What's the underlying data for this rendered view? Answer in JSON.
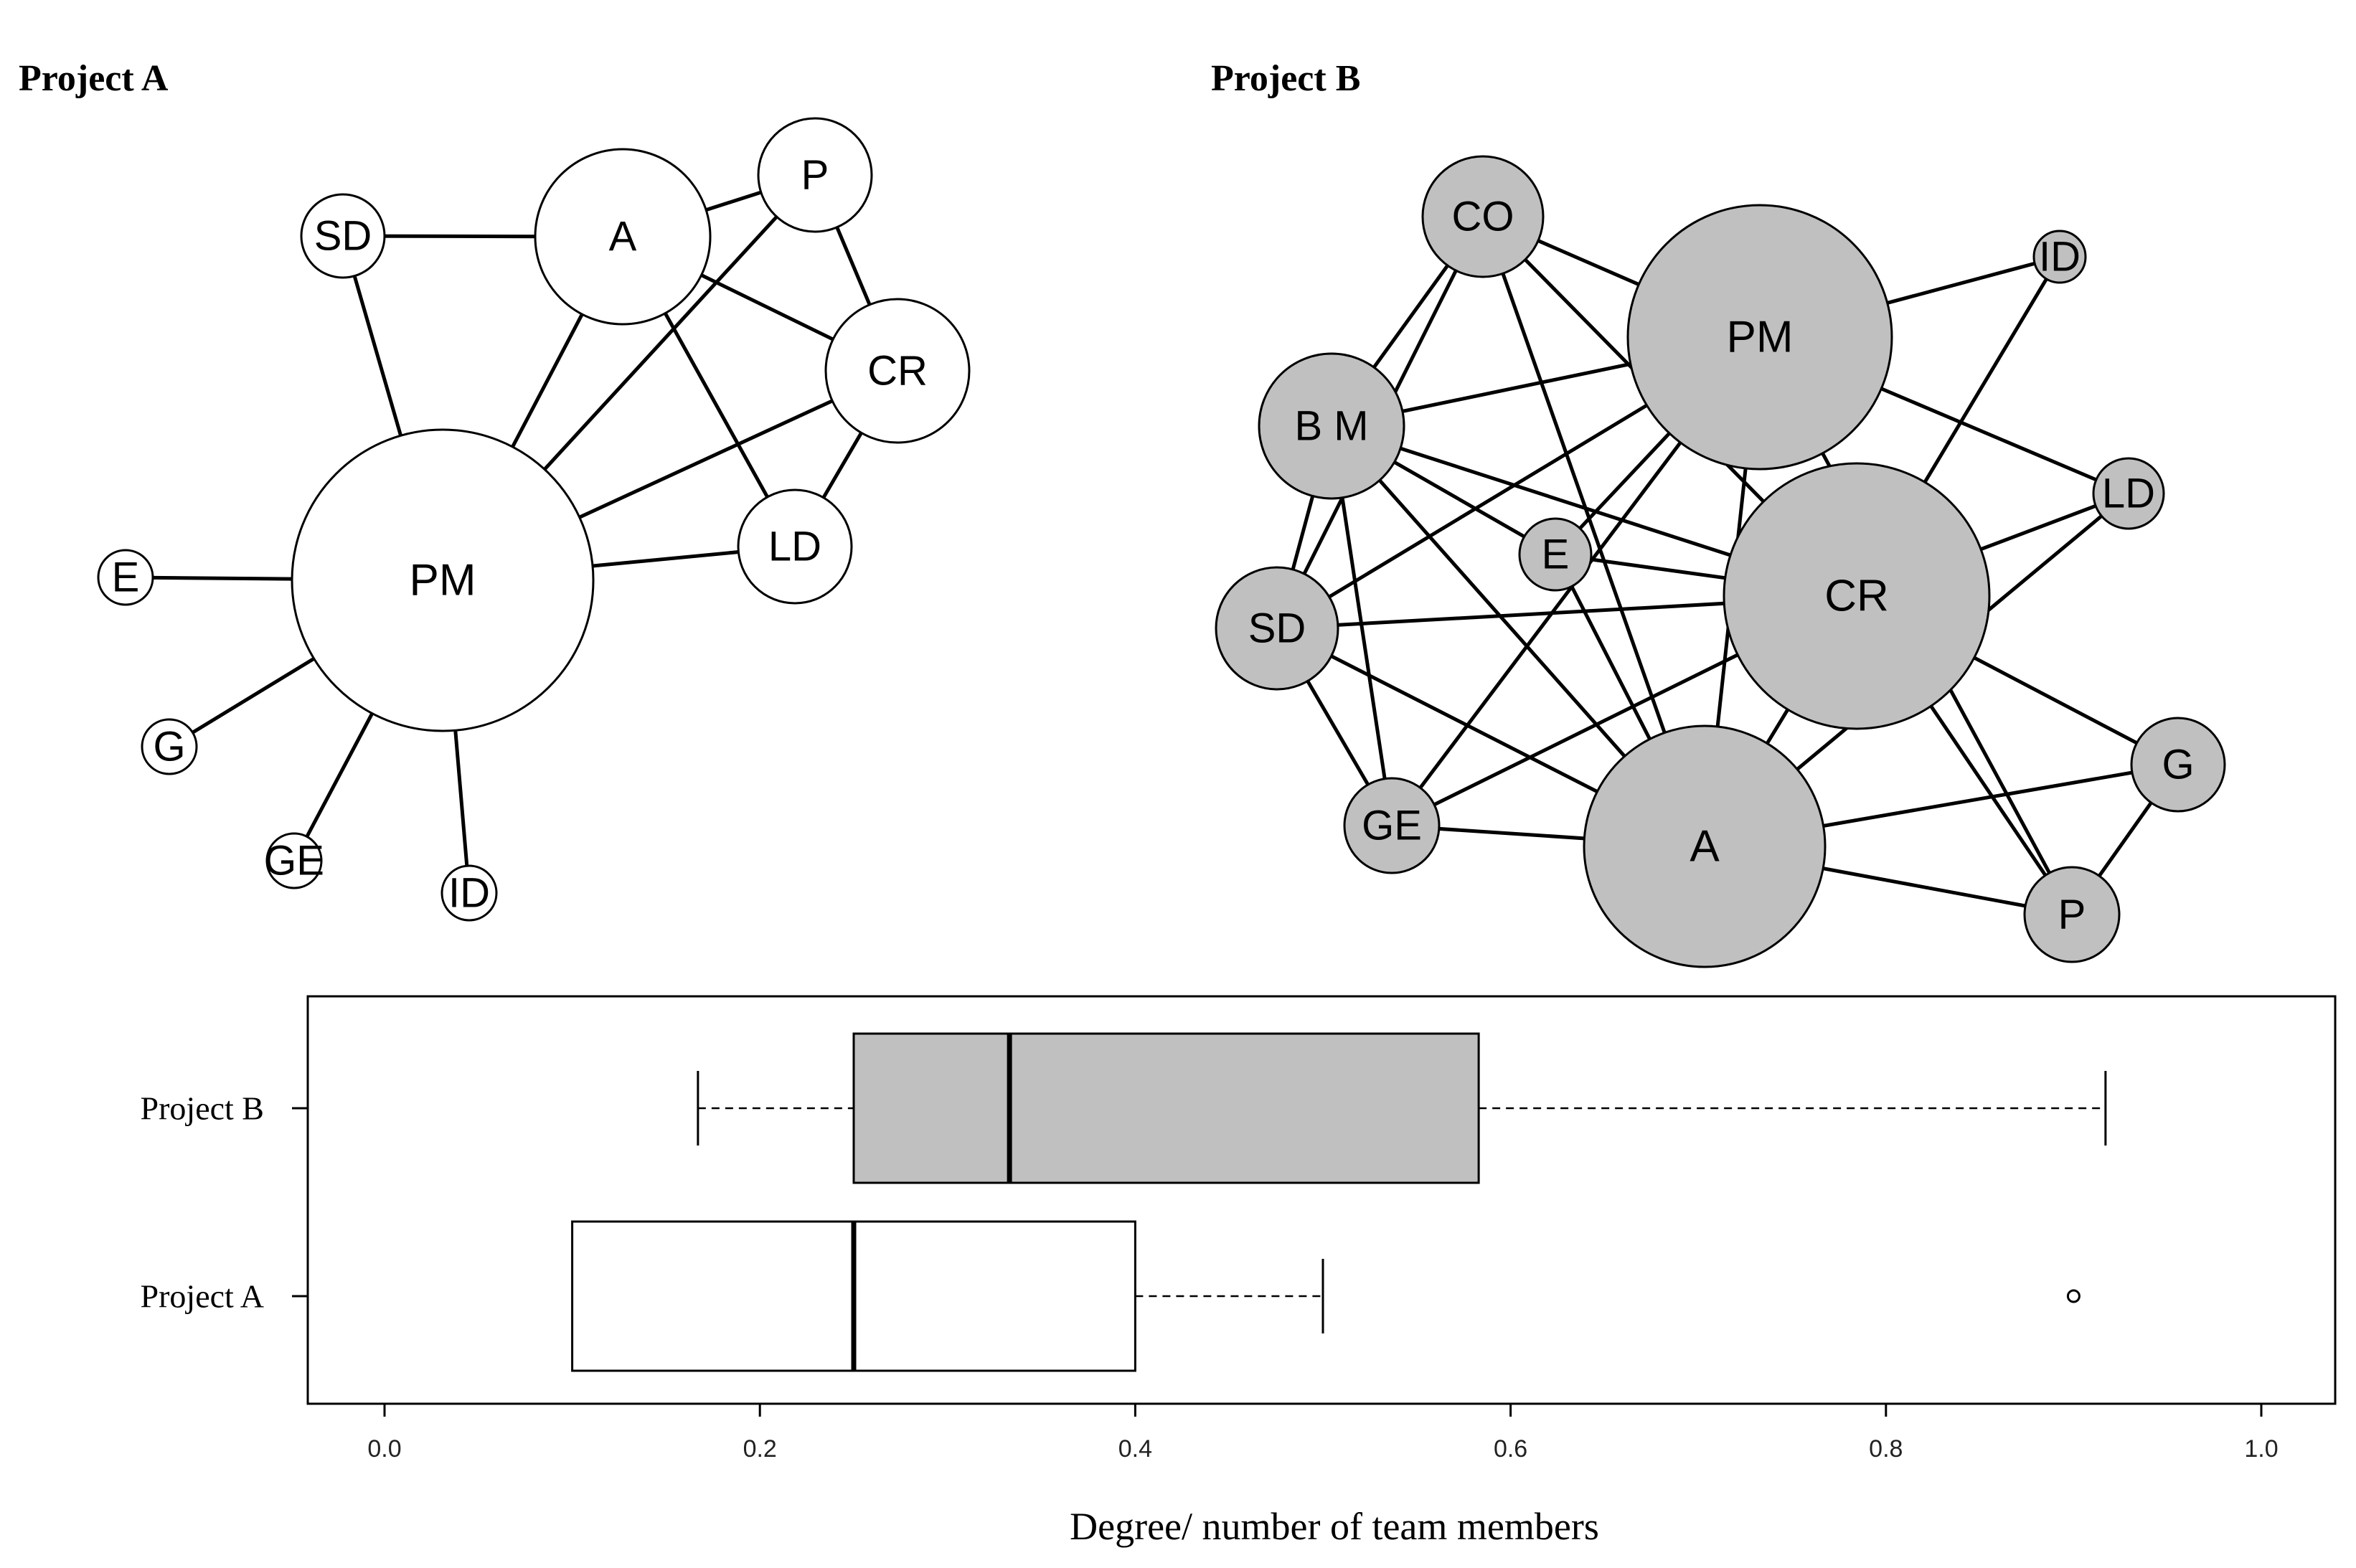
{
  "chart_data": [
    {
      "type": "network",
      "title": "Project A",
      "node_fill": "#ffffff",
      "nodes": [
        {
          "id": "PM"
        },
        {
          "id": "A"
        },
        {
          "id": "P"
        },
        {
          "id": "CR"
        },
        {
          "id": "LD"
        },
        {
          "id": "SD"
        },
        {
          "id": "E"
        },
        {
          "id": "G"
        },
        {
          "id": "GE"
        },
        {
          "id": "ID"
        }
      ],
      "edges": [
        [
          "SD",
          "A"
        ],
        [
          "SD",
          "PM"
        ],
        [
          "A",
          "P"
        ],
        [
          "A",
          "CR"
        ],
        [
          "A",
          "LD"
        ],
        [
          "A",
          "PM"
        ],
        [
          "P",
          "CR"
        ],
        [
          "P",
          "PM"
        ],
        [
          "CR",
          "LD"
        ],
        [
          "CR",
          "PM"
        ],
        [
          "LD",
          "PM"
        ],
        [
          "E",
          "PM"
        ],
        [
          "G",
          "PM"
        ],
        [
          "GE",
          "PM"
        ],
        [
          "ID",
          "PM"
        ]
      ]
    },
    {
      "type": "network",
      "title": "Project B",
      "node_fill": "#c0c0c0",
      "nodes": [
        {
          "id": "CO"
        },
        {
          "id": "PM"
        },
        {
          "id": "ID"
        },
        {
          "id": "B M"
        },
        {
          "id": "LD"
        },
        {
          "id": "E"
        },
        {
          "id": "CR"
        },
        {
          "id": "SD"
        },
        {
          "id": "G"
        },
        {
          "id": "GE"
        },
        {
          "id": "A"
        },
        {
          "id": "P"
        }
      ],
      "edges": [
        [
          "CO",
          "PM"
        ],
        [
          "CO",
          "B M"
        ],
        [
          "CO",
          "SD"
        ],
        [
          "CO",
          "A"
        ],
        [
          "CO",
          "CR"
        ],
        [
          "PM",
          "ID"
        ],
        [
          "PM",
          "LD"
        ],
        [
          "PM",
          "B M"
        ],
        [
          "PM",
          "SD"
        ],
        [
          "PM",
          "GE"
        ],
        [
          "PM",
          "A"
        ],
        [
          "PM",
          "P"
        ],
        [
          "PM",
          "E"
        ],
        [
          "ID",
          "CR"
        ],
        [
          "LD",
          "CR"
        ],
        [
          "LD",
          "A"
        ],
        [
          "B M",
          "CR"
        ],
        [
          "B M",
          "SD"
        ],
        [
          "B M",
          "GE"
        ],
        [
          "B M",
          "A"
        ],
        [
          "B M",
          "E"
        ],
        [
          "E",
          "CR"
        ],
        [
          "E",
          "A"
        ],
        [
          "SD",
          "CR"
        ],
        [
          "SD",
          "GE"
        ],
        [
          "SD",
          "A"
        ],
        [
          "CR",
          "A"
        ],
        [
          "CR",
          "G"
        ],
        [
          "CR",
          "P"
        ],
        [
          "CR",
          "GE"
        ],
        [
          "GE",
          "A"
        ],
        [
          "A",
          "G"
        ],
        [
          "A",
          "P"
        ],
        [
          "G",
          "P"
        ]
      ]
    },
    {
      "type": "boxplot",
      "orientation": "horizontal",
      "xlabel": "Degree/ number of team members",
      "xlim": [
        0.0,
        1.0
      ],
      "xticks": [
        "0.0",
        "0.2",
        "0.4",
        "0.6",
        "0.8",
        "1.0"
      ],
      "series": [
        {
          "name": "Project B",
          "whisker_low": 0.167,
          "q1": 0.25,
          "median": 0.333,
          "q3": 0.583,
          "whisker_high": 0.917,
          "outliers": [],
          "fill": "#c0c0c0"
        },
        {
          "name": "Project A",
          "whisker_low": 0.1,
          "q1": 0.1,
          "median": 0.25,
          "q3": 0.4,
          "whisker_high": 0.5,
          "outliers": [
            0.9
          ],
          "fill": "#ffffff"
        }
      ]
    }
  ]
}
